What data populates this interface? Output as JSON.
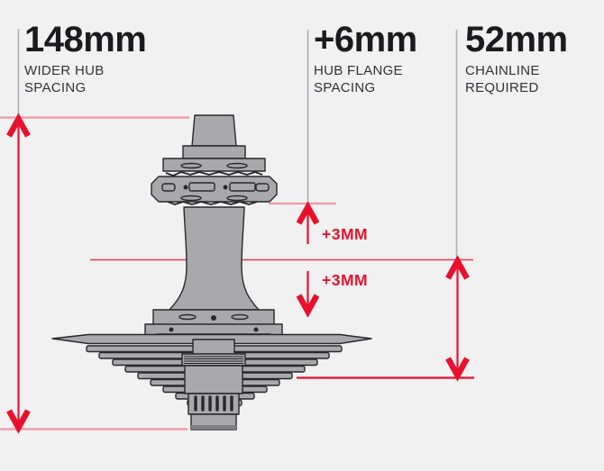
{
  "page": {
    "background": "#f1f1f2"
  },
  "callouts": [
    {
      "value": "148mm",
      "desc_line1": "WIDER HUB",
      "desc_line2": "SPACING"
    },
    {
      "value": "+6mm",
      "desc_line1": "HUB FLANGE",
      "desc_line2": "SPACING"
    },
    {
      "value": "52mm",
      "desc_line1": "CHAINLINE",
      "desc_line2": "REQUIRED"
    }
  ],
  "annotations": {
    "upper_offset": "+3MM",
    "lower_offset": "+3MM"
  },
  "colors": {
    "accent_red": "#e8112d",
    "reference_pink": "#ef98a4",
    "centerline_red": "#e03a50",
    "guide_gray": "#b0b0b4",
    "illustration_fill": "#a9a9ad",
    "illustration_outline": "#28282c",
    "heading_text": "#1b1b1d",
    "subtext": "#333337"
  }
}
